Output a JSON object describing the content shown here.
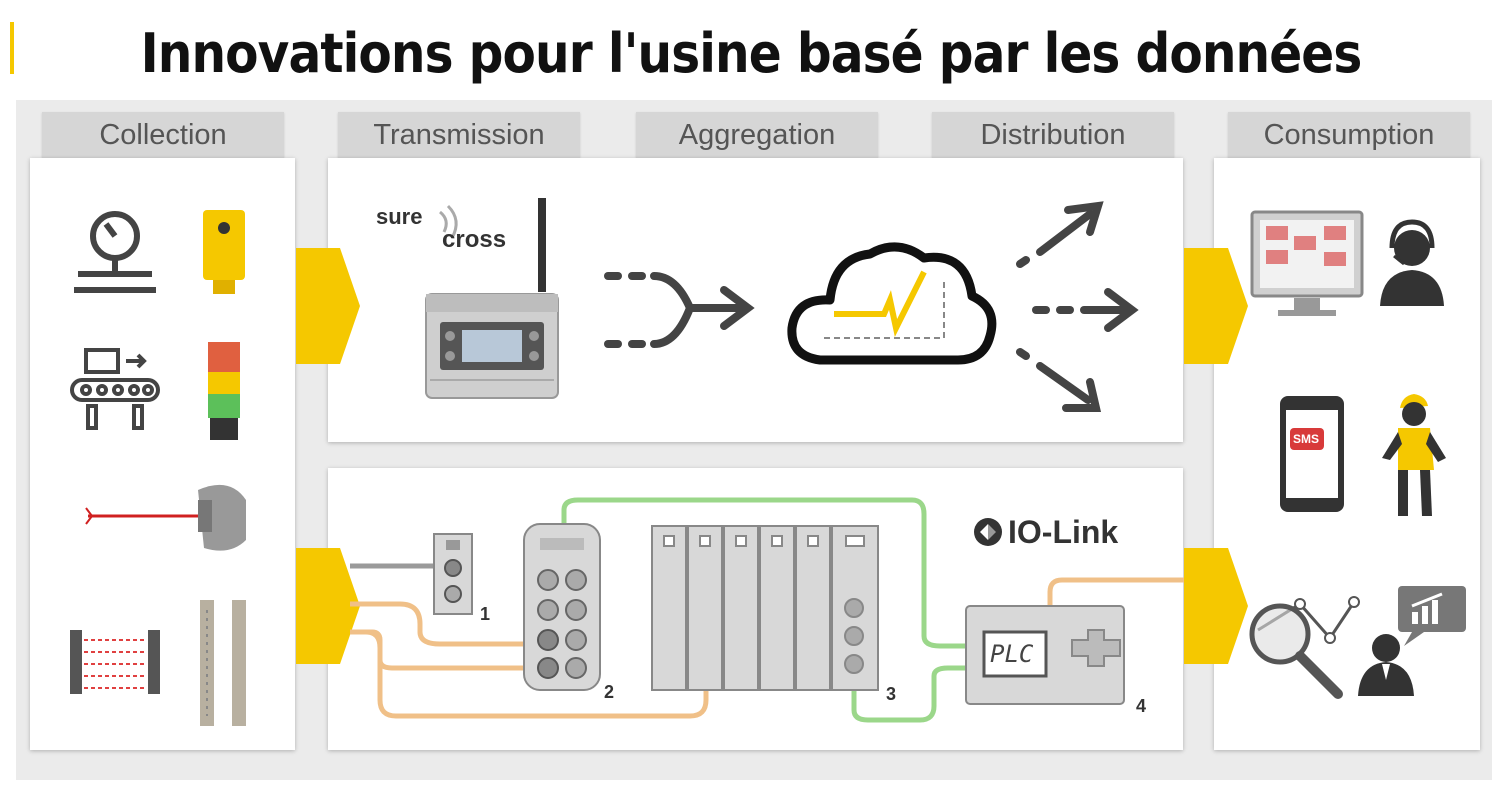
{
  "title": "Innovations pour l'usine basé par les données",
  "stages": [
    "Collection",
    "Transmission",
    "Aggregation",
    "Distribution",
    "Consumption"
  ],
  "brands": {
    "surecross_line1": "sure",
    "surecross_line2": "cross",
    "iolink": "IO-Link"
  },
  "device_labels": {
    "plc": "PLC",
    "sms": "SMS"
  },
  "callouts": [
    "1",
    "2",
    "3",
    "4"
  ],
  "colors": {
    "accent_yellow": "#f5c800",
    "panel_bg": "#ffffff",
    "tab_bg": "#d6d6d6",
    "cable_orange": "#f0c088",
    "cable_green": "#9bd78a",
    "cable_gray": "#9a9a9a"
  }
}
